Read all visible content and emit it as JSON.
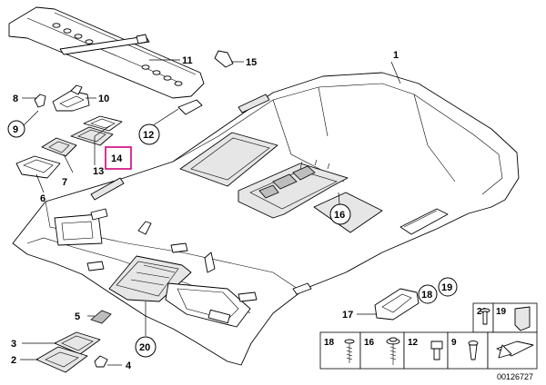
{
  "labels": {
    "p1": "1",
    "p2": "2",
    "p3": "3",
    "p4": "4",
    "p5": "5",
    "p6": "6",
    "p7": "7",
    "p8": "8",
    "p9": "9",
    "p10": "10",
    "p11": "11",
    "p12": "12",
    "p13": "13",
    "p14": "14",
    "p15": "15",
    "p16": "16",
    "p17": "17",
    "p18": "18",
    "p19": "19",
    "p20": "20"
  },
  "table": {
    "r1": {
      "c20": "20",
      "c19": "19"
    },
    "r2": {
      "c18": "18",
      "c16": "16",
      "c12": "12",
      "c9": "9"
    }
  },
  "diagram_id": "00126727",
  "colors": {
    "highlight": "#d1007a",
    "line": "#000000",
    "fill": "#ffffff"
  }
}
